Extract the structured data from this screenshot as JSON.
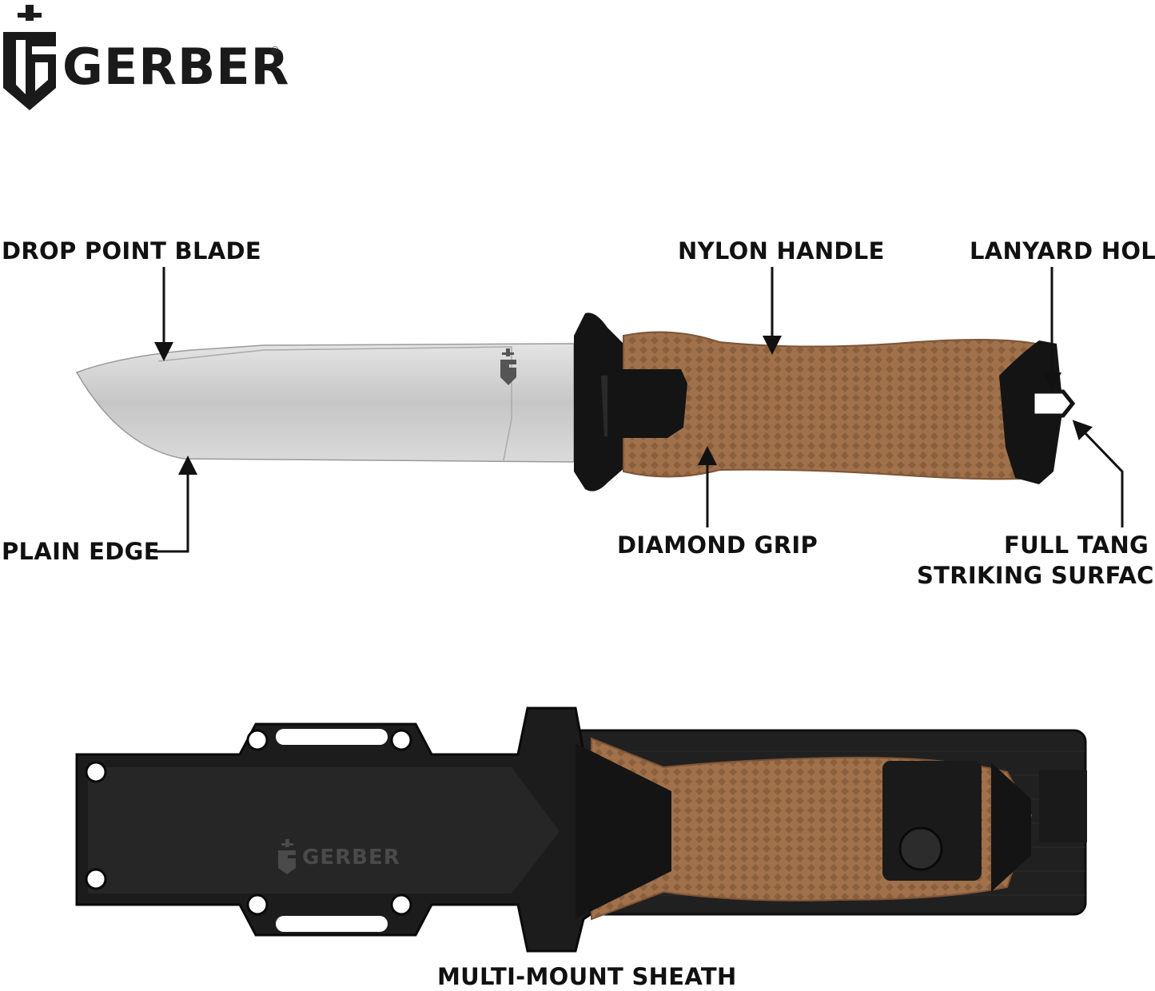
{
  "brand": {
    "name": "GERBER",
    "registered_mark": "®"
  },
  "callouts": {
    "drop_point_blade": "DROP POINT BLADE",
    "nylon_handle": "NYLON HANDLE",
    "lanyard_hole": "LANYARD HOLE",
    "plain_edge": "PLAIN EDGE",
    "diamond_grip": "DIAMOND GRIP",
    "full_tang_line1": "FULL TANG /",
    "full_tang_line2": "STRIKING SURFACE",
    "multi_mount_sheath": "MULTI-MOUNT SHEATH"
  },
  "sheath": {
    "brand_text": "GERBER"
  },
  "colors": {
    "handle_tan": "#a0714a",
    "handle_dark": "#7d5436",
    "blade_steel": "#c9c9c9",
    "black": "#111111",
    "sheath_black": "#1c1c1c"
  }
}
